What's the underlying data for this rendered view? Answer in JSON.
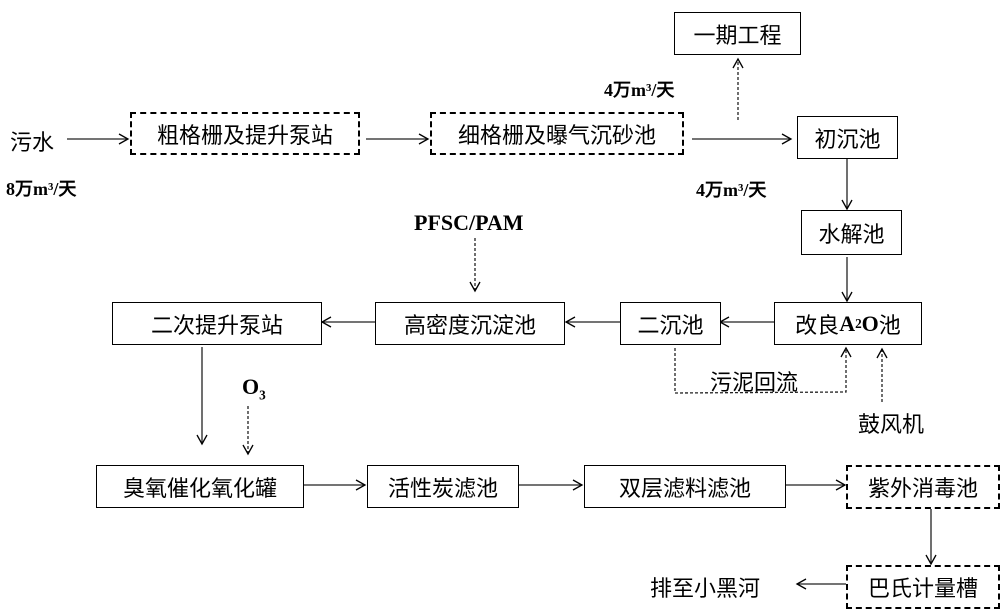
{
  "diagram": {
    "title": "",
    "input": {
      "label": "污水",
      "flow": "8万m³/天"
    },
    "nodes": {
      "coarse_screen": "粗格栅及提升泵站",
      "fine_screen": "细格栅及曝气沉砂池",
      "phase1": "一期工程",
      "primary_clarifier": "初沉池",
      "hydrolysis": "水解池",
      "a2o_prefix": "改良",
      "a2o_a": "A",
      "a2o_sub": "2",
      "a2o_o": "O",
      "a2o_suffix": "池",
      "secondary_clarifier": "二沉池",
      "high_density": "高密度沉淀池",
      "second_pump": "二次提升泵站",
      "ozone_reactor": "臭氧催化氧化罐",
      "activated_carbon": "活性炭滤池",
      "dual_media": "双层滤料滤池",
      "uv": "紫外消毒池",
      "parshall": "巴氏计量槽"
    },
    "labels": {
      "flow_phase1": "4万m³/天",
      "flow_main": "4万m³/天",
      "chemicals": "PFSC/PAM",
      "ozone_o": "O",
      "ozone_sub": "3",
      "sludge_return": "污泥回流",
      "blower": "鼓风机",
      "discharge": "排至小黑河"
    }
  }
}
